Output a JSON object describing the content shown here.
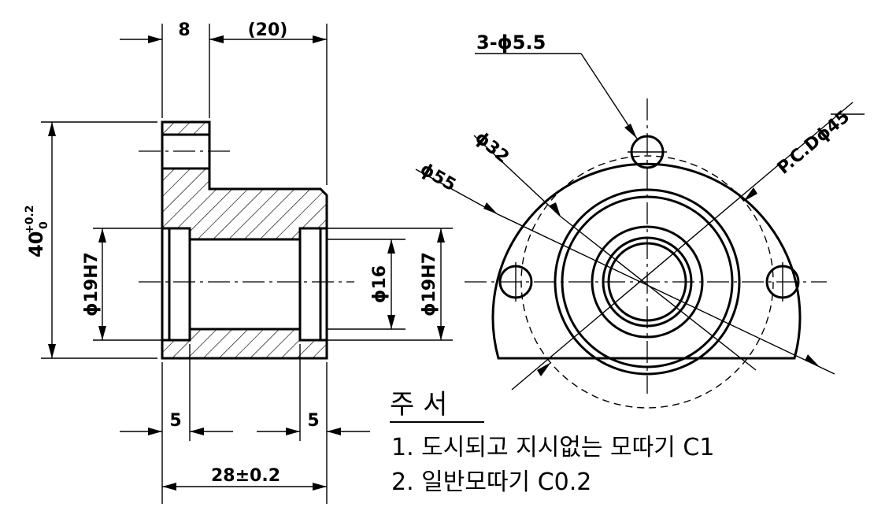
{
  "dimensions": {
    "flange_thickness": "8",
    "hub_length_ref": "(20)",
    "outer_height_base": "40",
    "outer_height_tol_upper": "+0.2",
    "outer_height_tol_lower": "0",
    "bore_left": "ϕ19H7",
    "bore_right": "ϕ19H7",
    "bore_center": "ϕ16",
    "recess_left": "5",
    "recess_right": "5",
    "overall_length": "28±0.2",
    "holes": "3-ϕ5.5",
    "pcd": "P.C.Dϕ45",
    "dia_32": "ϕ32",
    "dia_55": "ϕ55"
  },
  "notes": {
    "title": "주 서",
    "line1": "1. 도시되고 지시없는 모따기 C1",
    "line2": "2. 일반모따기 C0.2"
  }
}
